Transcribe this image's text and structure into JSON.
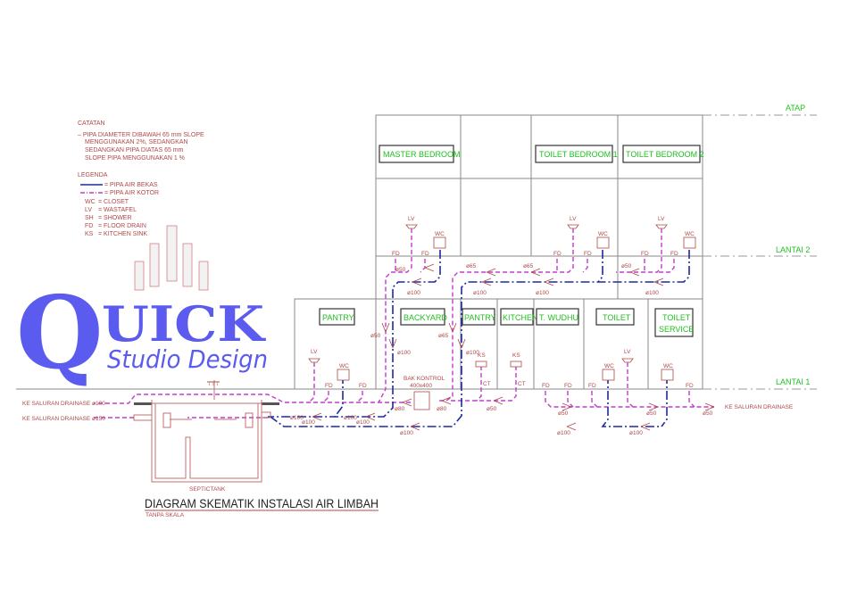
{
  "notes": {
    "heading": "CATATAN",
    "lines": [
      "– PIPA DIAMETER DIBAWAH 65 mm SLOPE",
      "MENGGUNAKAN 2%, SEDANGKAN",
      "SEDANGKAN PIPA DIATAS 65 mm",
      "SLOPE PIPA MENGGUNAKAN 1 %"
    ]
  },
  "legend": {
    "heading": "LEGENDA",
    "lines": [
      {
        "code": "",
        "text": "= PIPA AIR BEKAS",
        "color": "#1f2a9e"
      },
      {
        "code": "",
        "text": "= PIPA AIR KOTOR",
        "color": "#c43ccc"
      },
      {
        "code": "WC",
        "text": "= CLOSET"
      },
      {
        "code": "LV",
        "text": "= WASTAFEL"
      },
      {
        "code": "SH",
        "text": "= SHOWER"
      },
      {
        "code": "FD",
        "text": "= FLOOR DRAIN"
      },
      {
        "code": "KS",
        "text": "= KITCHEN SINK"
      }
    ]
  },
  "logo": {
    "word": "QUICK",
    "tagline": "Studio Design",
    "color": "#5b5bef"
  },
  "levels": {
    "roof": "ATAP",
    "floor2": "LANTAI 2",
    "floor1": "LANTAI 1"
  },
  "rooms_upper": [
    "MASTER BEDROOM",
    "TOILET BEDROOM 1",
    "TOILET BEDROOM 2"
  ],
  "rooms_lower": [
    "PANTRY",
    "BACKYARD",
    "PANTRY",
    "KITCHEN",
    "T. WUDHU",
    "TOILET",
    "TOILET",
    "SERVICE"
  ],
  "fixtures": [
    "LV",
    "WC",
    "FD",
    "FD",
    "LV",
    "WC",
    "FD",
    "FD",
    "LV",
    "WC",
    "FD",
    "FD",
    "LV",
    "WC",
    "FD",
    "FD",
    "KS",
    "CT",
    "KS",
    "CT",
    "FD",
    "FD",
    "FD",
    "WC",
    "LV",
    "WC",
    "FD"
  ],
  "pipe_sizes": [
    "ø50",
    "ø100",
    "ø65",
    "ø100",
    "ø65",
    "ø100",
    "ø50",
    "ø100",
    "ø50",
    "ø100",
    "ø65",
    "ø100",
    "ø80",
    "ø80",
    "ø50",
    "ø100",
    "ø100",
    "ø100",
    "ø50",
    "ø50",
    "ø50",
    "ø100",
    "ø100",
    "ø100",
    "ø100"
  ],
  "drainage": {
    "out_100": "KE SALURAN DRAINASE ø100",
    "out_150": "KE SALURAN DRAINASE ø150",
    "out_right": "KE SALURAN DRAINASE"
  },
  "control_box": {
    "label": "BAK KONTROL",
    "size": "400x400"
  },
  "septic_label": "SEPTICTANK",
  "title": "DIAGRAM SKEMATIK INSTALASI AIR LIMBAH",
  "subtitle": "TANPA SKALA",
  "colors": {
    "grey_water": "#1f2a9e",
    "black_water": "#c43ccc",
    "room_label": "#20c020",
    "annotation": "#b04848"
  }
}
